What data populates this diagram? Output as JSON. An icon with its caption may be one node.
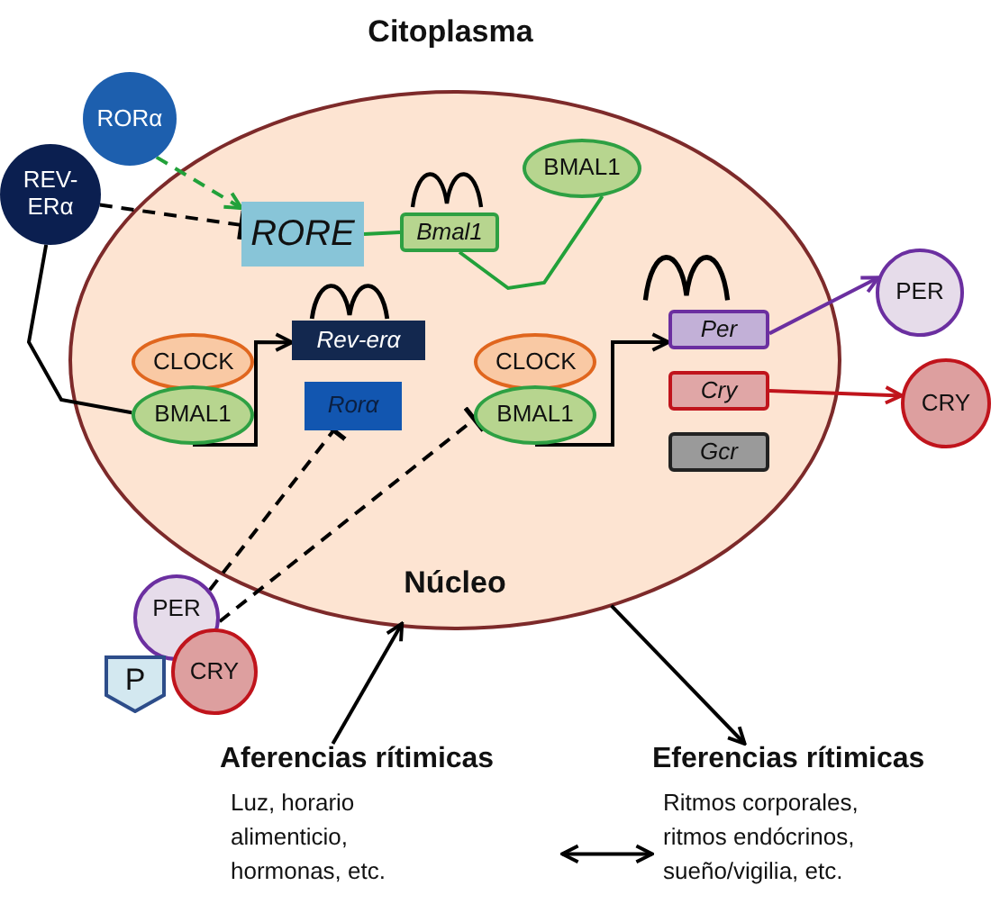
{
  "diagram": {
    "title": "Citoplasma",
    "nodes": [
      {
        "text": [
          "Núcleo"
        ]
      },
      {
        "text": [
          "RORα"
        ]
      },
      {
        "text": [
          "REV-ERα"
        ]
      },
      {
        "text": [
          "RORE"
        ],
        "in": 0
      },
      {
        "text": [
          "Bmal1"
        ],
        "in": 0
      },
      {
        "text": [
          "BMAL1"
        ],
        "in": 0
      },
      {
        "text": [
          "CLOCK"
        ],
        "in": 0
      },
      {
        "text": [
          "BMAL1"
        ],
        "in": 0
      },
      {
        "text": [
          "Rev-erα"
        ],
        "in": 0
      },
      {
        "text": [
          "Rorα"
        ],
        "in": 0
      },
      {
        "text": [
          "CLOCK"
        ],
        "in": 0
      },
      {
        "text": [
          "BMAL1"
        ],
        "in": 0
      },
      {
        "text": [
          "Per"
        ],
        "in": 0
      },
      {
        "text": [
          "Cry"
        ],
        "in": 0
      },
      {
        "text": [
          "Gcr"
        ],
        "in": 0
      },
      {
        "text": [
          "PER"
        ]
      },
      {
        "text": [
          "CRY"
        ]
      },
      {
        "text": [
          "PER"
        ]
      },
      {
        "text": [
          "CRY"
        ]
      },
      {
        "text": [
          "P"
        ]
      },
      {
        "text": [
          "Aferencias rítimicas",
          "Luz, horario alimenticio, hormonas, etc."
        ]
      },
      {
        "text": [
          "Eferencias rítimicas",
          "Ritmos corporales, ritmos endócrinos, sueño/vigilia, etc."
        ]
      }
    ],
    "edges": [
      {
        "from": 1,
        "to": 3,
        "arrow": "to",
        "style": "dashed",
        "color": "#22a13a"
      },
      {
        "from": 2,
        "to": 3,
        "arrow": "other",
        "style": "dashed"
      },
      {
        "from": 2,
        "to": 7,
        "arrow": "none"
      },
      {
        "from": 3,
        "to": 4,
        "arrow": "none",
        "color": "#22a13a"
      },
      {
        "from": 4,
        "to": 5,
        "arrow": "none",
        "color": "#22a13a"
      },
      {
        "from": 7,
        "to": 8,
        "arrow": "to"
      },
      {
        "from": 11,
        "to": 12,
        "arrow": "to"
      },
      {
        "from": 12,
        "to": 15,
        "arrow": "to",
        "color": "#6b2fa0"
      },
      {
        "from": 13,
        "to": 16,
        "arrow": "to",
        "color": "#c0141c"
      },
      {
        "from": 17,
        "to": 9,
        "arrow": "other",
        "style": "dashed"
      },
      {
        "from": 17,
        "to": 11,
        "arrow": "other",
        "style": "dashed"
      },
      {
        "from": 20,
        "to": 0,
        "arrow": "to"
      },
      {
        "from": 0,
        "to": 21,
        "arrow": "to"
      },
      {
        "from": 20,
        "to": 21,
        "arrow": "both"
      }
    ]
  }
}
